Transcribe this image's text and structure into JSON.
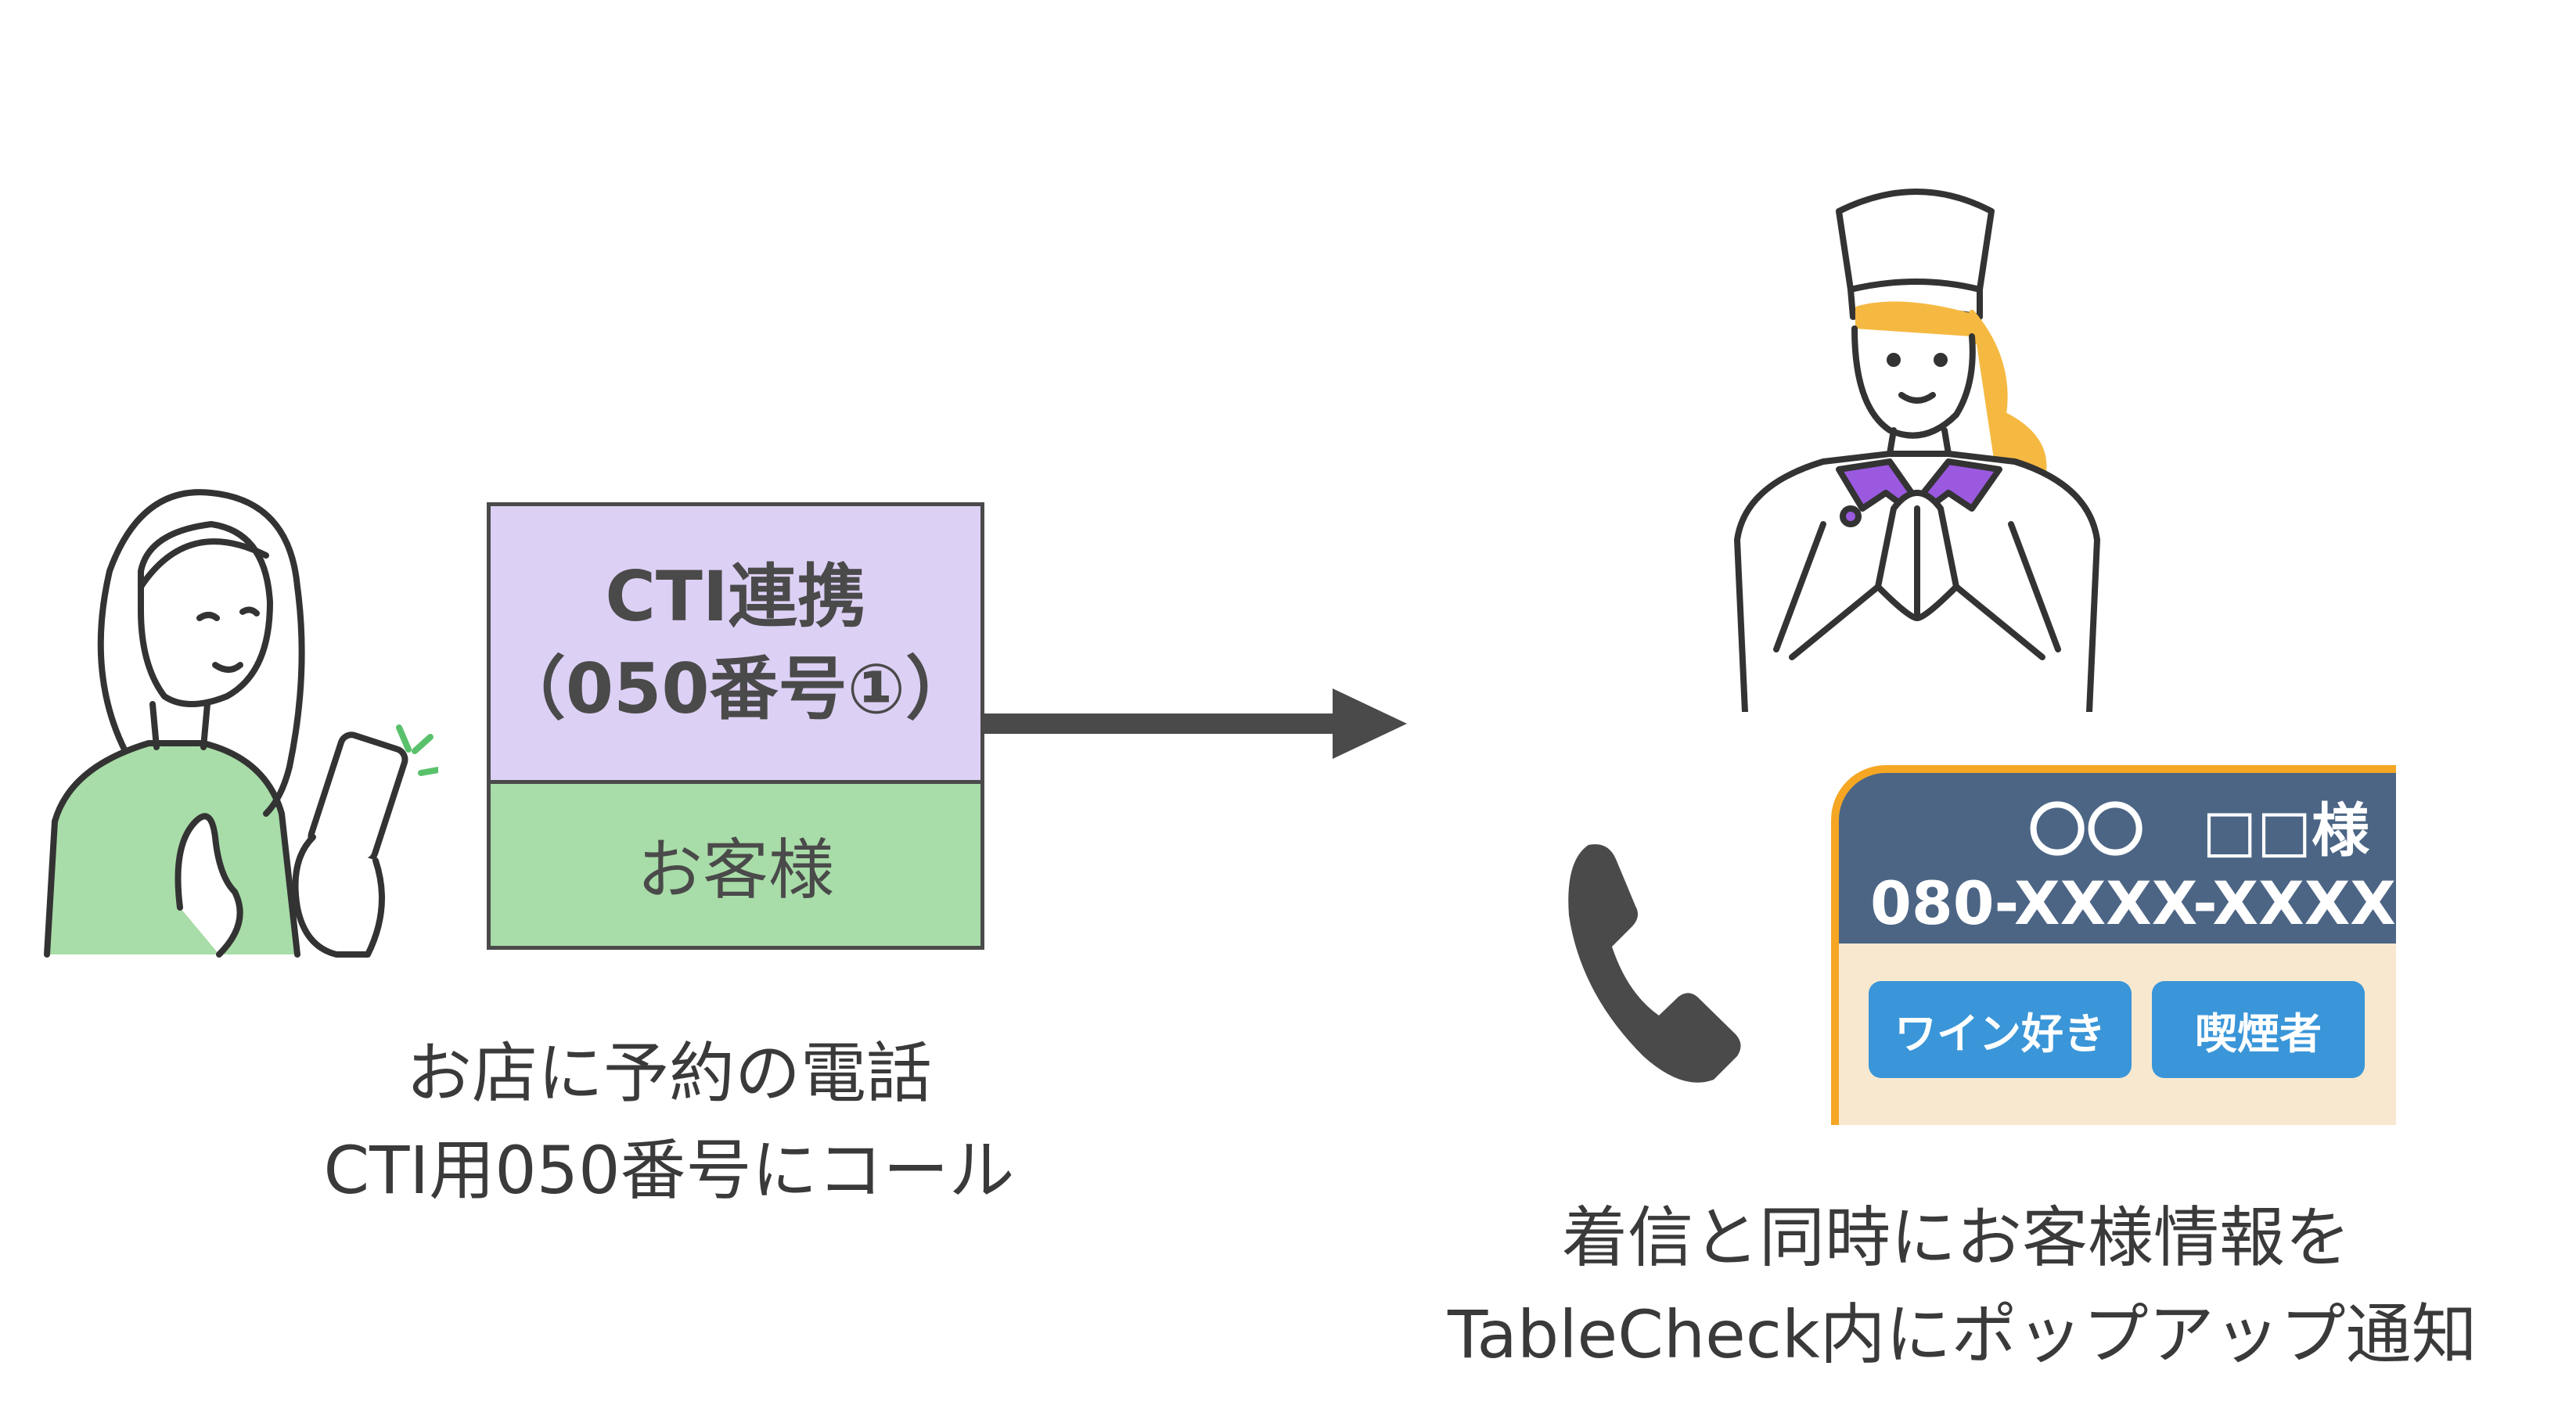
{
  "cti_box": {
    "title": "CTI連携",
    "number": "（050番号①）",
    "customer_label": "お客様",
    "top_color": "#ddd0f5",
    "bottom_color": "#a8dca8"
  },
  "left_caption": {
    "line1": "お店に予約の電話",
    "line2": "CTI用050番号にコール"
  },
  "popup": {
    "name": "〇〇　□□様",
    "phone": "080-XXXX-XXXX",
    "tags": [
      "ワイン好き",
      "喫煙者"
    ],
    "header_color": "#4c6585",
    "accent_color": "#f5a623",
    "tag_color": "#3a96d8"
  },
  "right_caption": {
    "line1": "着信と同時にお客様情報を",
    "line2": "TableCheck内にポップアップ通知"
  },
  "icons": {
    "customer": "woman-with-smartphone-icon",
    "chef": "chef-icon",
    "phone": "phone-handset-icon",
    "arrow": "arrow-right-icon"
  }
}
